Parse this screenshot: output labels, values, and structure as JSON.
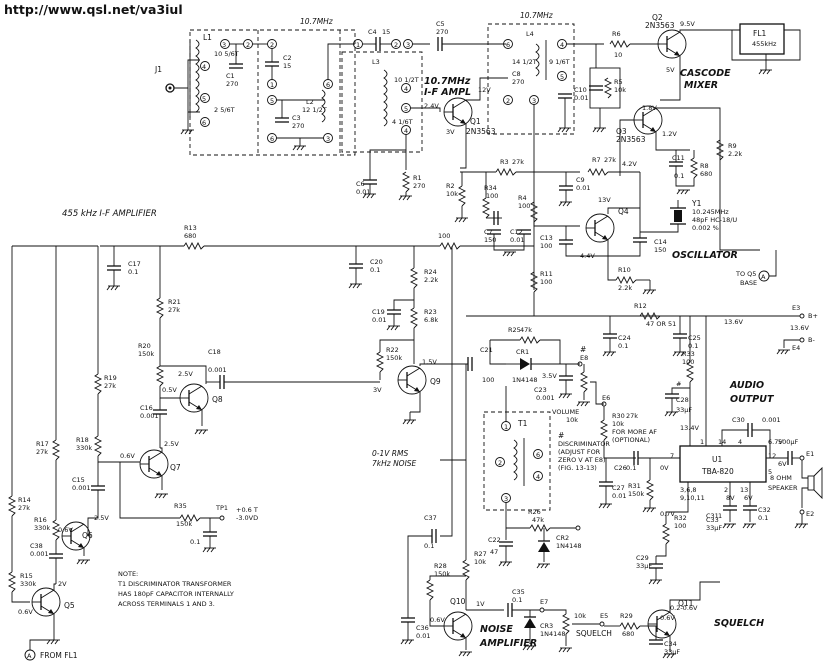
{
  "url": "http://www.qsl.net/va3iul",
  "sections": {
    "if455": "455 kHz I-F AMPLIFIER",
    "if107": "10.7 MHz",
    "if107_amp": "I-F AMPL",
    "cascode": "CASCODE",
    "mixer": "MIXER",
    "oscillator": "OSCILLATOR",
    "audio": "AUDIO",
    "audio_out": "OUTPUT",
    "noise": "NOISE",
    "noise_amp": "AMPLIFIER",
    "squelch": "SQUELCH"
  },
  "freq_labels": [
    "10.7MHz",
    "10.7MHz"
  ],
  "connectors": {
    "j1": "J1",
    "to_q5": "TO Q5",
    "base": "BASE",
    "from_fl1": "FROM FL1",
    "a": "A",
    "e3": "E3",
    "bplus1": "B+",
    "v136a": "13.6V",
    "e4": "E4",
    "bminus": "B-",
    "e1": "E1",
    "e2": "E2",
    "e5": "E5",
    "e6": "E6",
    "e7": "E7",
    "e8": "E8",
    "hash": "#"
  },
  "transformer_t1": {
    "name": "L1",
    "w1": "10 5/6T",
    "w2": "2 5/6T",
    "pins": [
      "3",
      "4",
      "5",
      "6"
    ]
  },
  "transformer_t2": {
    "c1": "C1",
    "c1v": "270",
    "c2": "C2",
    "c2v": "15",
    "c3": "C3",
    "c3v": "270",
    "l2": "L2",
    "l2v": "12 1/2T",
    "c4": "C4",
    "c4v": "15",
    "l3": "L3",
    "l3a": "10 1/2T",
    "l3b": "4 1/6T",
    "c5": "C5",
    "c5v": "270",
    "c6": "C6",
    "c6v": "0.01",
    "r1": "R1",
    "r1v": "270",
    "pins": [
      "1",
      "2",
      "3",
      "4",
      "5",
      "6"
    ]
  },
  "ifamp": {
    "q1": "Q1",
    "q1t": "2N3563",
    "v1": "2.4V",
    "v2": "12V",
    "v3": "3V",
    "l4": "L4",
    "l4a": "14 1/2T",
    "l4b": "9 1/6T",
    "c8": "C8",
    "c8v": "270",
    "c10": "C10",
    "c10v": "0.01"
  },
  "mixer": {
    "r6": "R6",
    "r6v": "10",
    "r5": "R5",
    "r5v": "10k",
    "q2": "Q2",
    "q2t": "2N3563",
    "q2v1": "9.5V",
    "q2v2": "5V",
    "fl1": "FL1",
    "fl1v": "455kHz",
    "q3": "Q3",
    "q3t": "2N3563",
    "q3v1": "1.8V",
    "q3v2": "1.2V",
    "r9": "R9",
    "r9v": "2.2k",
    "r8": "R8",
    "r8v": "680",
    "c11": "C11",
    "c11v": "0.1"
  },
  "osc": {
    "r3": "R3",
    "r3v": "27k",
    "r7": "R7",
    "r7v": "27k",
    "v42": "4.2V",
    "r2": "R2",
    "r2v": "10k",
    "r34": "R34",
    "r34v": "100",
    "c9": "C9",
    "c9v": "0.01",
    "r4": "R4",
    "r4v": "100",
    "c7": "C7",
    "c7v": "150",
    "c12": "C12",
    "c12v": "0.01",
    "c13": "C13",
    "c13v": "100",
    "q4": "Q4",
    "q4v1": "13V",
    "q4v2": "4.4V",
    "c14": "C14",
    "c14v": "150",
    "r10": "R10",
    "r10v": "2.2k",
    "y1": "Y1",
    "y1a": "10.245MHz",
    "y1b": "48pF HC-18/U",
    "y1c": "0.002 %",
    "r11": "R11",
    "r11v": "100"
  },
  "if455": {
    "r13": "R13",
    "r13v": "680",
    "c17": "C17",
    "c17v": "0.1",
    "c20": "C20",
    "c20v": "0.1",
    "r100": "100",
    "r24": "R24",
    "r24v": "2.2k",
    "c19": "C19",
    "c19v": "0.01",
    "r23": "R23",
    "r23v": "6.8k",
    "r22": "R22",
    "r22v": "150k",
    "r21": "R21",
    "r21v": "27k",
    "r20": "R20",
    "r20v": "150k",
    "c18": "C18",
    "c18v": "0.001",
    "q8": "Q8",
    "q8v1": "0.5V",
    "q8v2": "2.5V",
    "c16": "C16",
    "c16v": "0.001",
    "q9": "Q9",
    "q9v1": "1.5V",
    "q9v2": "3V",
    "r19": "R19",
    "r19v": "27k",
    "r18": "R18",
    "r18v": "330k",
    "q7": "Q7",
    "q7v1": "0.6V",
    "q7v2": "2.5V",
    "r17": "R17",
    "r17v": "27k",
    "c15": "C15",
    "c15v": "0.001",
    "r35": "R35",
    "r35v": "150k",
    "tp1": "TP1",
    "tp1a": "+0.6 T",
    "tp1b": "-3.0VD",
    "c01": "0.1",
    "r14": "R14",
    "r14v": "27k",
    "r16": "R16",
    "r16v": "330k",
    "q6": "Q6",
    "q6v1": "0.6V",
    "q6v2": "2.5V",
    "c38": "C38",
    "c38v": "0.001",
    "r15": "R15",
    "r15v": "330k",
    "q5": "Q5",
    "q5v1": "2V",
    "q5v2": "0.6V"
  },
  "discriminator": {
    "r25": "R25",
    "r25v": "47k",
    "cr1": "CR1",
    "cr1v": "1N4148",
    "c21": "C21",
    "c21v": "100",
    "v35": "3.5V",
    "c23": "C23",
    "c23v": "0.001",
    "volume": "VOLUME",
    "volv": "10k",
    "t1": "T1",
    "note1": "DISCRIMINATOR",
    "note2": "(ADJUST FOR",
    "note3": "ZERO V AT E8)",
    "note4": "(FIG. 13-13)",
    "pins": [
      "1",
      "2",
      "3",
      "4",
      "5",
      "6"
    ],
    "r26": "R26",
    "r26v": "47k",
    "c22": "C22",
    "c22v": "47",
    "cr2": "CR2",
    "cr2v": "1N4148",
    "noise_lbl1": "0-1V RMS",
    "noise_lbl2": "7kHz NOISE"
  },
  "audio": {
    "r12": "R12",
    "r12v": "47 OR 51",
    "c24": "C24",
    "c24v": "0.1",
    "c25": "C25",
    "c25v": "0.1",
    "v136": "13.6V",
    "r33": "R33",
    "r33v": "100",
    "c28": "C28",
    "c28v": "33µF",
    "v134": "13.4V",
    "r30": "R30",
    "r30v": "27k",
    "r30n": "10k",
    "r30n2": "FOR MORE AF",
    "r30n3": "(OPTIONAL)",
    "c30": "C30",
    "c30v": "0.001",
    "c26": "C26",
    "c26v": "0.1",
    "c27": "C27",
    "c27v": "0.01",
    "r31": "R31",
    "r31v": "150k",
    "u1": "U1",
    "u1t": "TBA-820",
    "pins": [
      "1",
      "14",
      "4",
      "7",
      "12",
      "3,6,8",
      "9,10,11",
      "2",
      "13",
      "5"
    ],
    "v0": "0V",
    "v67": "6.7V",
    "v6": "6V",
    "v8": "8V",
    "v6b": "6V",
    "c500": "500µF",
    "speaker1": "8 OHM",
    "speaker2": "SPEAKER",
    "c31": "C31",
    "c31v": "1",
    "c32": "C32",
    "c32v": "0.1",
    "c33": "C33",
    "c33v": "33µF",
    "r32": "R32",
    "r32v": "100",
    "v07": "0.7V",
    "c29": "C29",
    "c29v": "33µF"
  },
  "noise": {
    "c37": "C37",
    "c37v": "0.1",
    "r27": "R27",
    "r27v": "10k",
    "r28": "R28",
    "r28v": "150k",
    "q10": "Q10",
    "q10v1": "0.6V",
    "q10v2": "1V",
    "c36": "C36",
    "c36v": "0.01",
    "c35": "C35",
    "c35v": "0.1",
    "cr3": "CR3",
    "cr3v": "1N4148",
    "sq": "SQUELCH",
    "sqv": "10k",
    "r29": "R29",
    "r29v": "680",
    "q11": "Q11",
    "q11v1": "0.6V",
    "q11v2": "0.2-0.6V",
    "c34": "C34",
    "c34v": "33µF"
  },
  "note": {
    "title": "NOTE:",
    "l1": "T1 DISCRIMINATOR TRANSFORMER",
    "l2": "HAS 180pF CAPACITOR INTERNALLY",
    "l3": "ACROSS TERMINALS 1 AND 3."
  }
}
